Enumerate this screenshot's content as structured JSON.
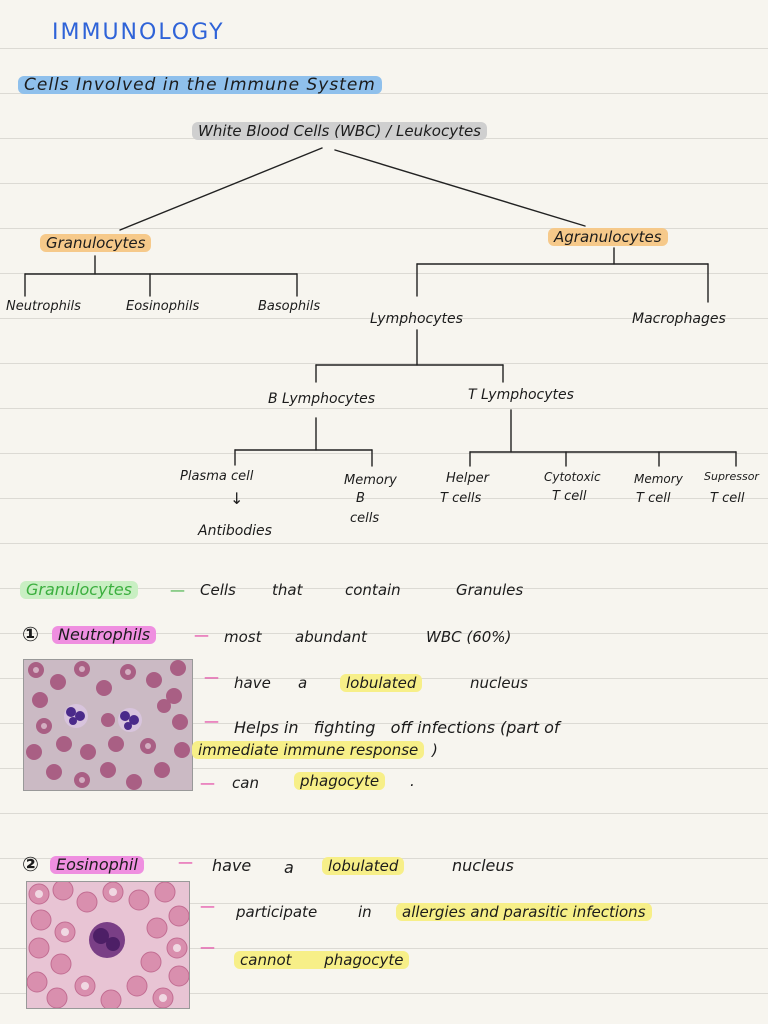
{
  "title": "IMMUNOLOGY",
  "section_heading": "Cells Involved in the Immune System",
  "tree": {
    "root": "White Blood Cells (WBC) / Leukocytes",
    "granulocytes": {
      "label": "Granulocytes",
      "children": [
        "Neutrophils",
        "Eosinophils",
        "Basophils"
      ]
    },
    "agranulocytes": {
      "label": "Agranulocytes",
      "lymphocytes": "Lymphocytes",
      "macrophages": "Macrophages",
      "b_lymphocytes": {
        "label": "B Lymphocytes",
        "plasma_cell": "Plasma cell",
        "arrow": "↓",
        "antibodies": "Antibodies",
        "memory_b_1": "Memory",
        "memory_b_2": "B",
        "memory_b_3": "cells"
      },
      "t_lymphocytes": {
        "label": "T Lymphocytes",
        "helper_1": "Helper",
        "helper_2": "T cells",
        "cytotoxic_1": "Cytotoxic",
        "cytotoxic_2": "T cell",
        "memory_t_1": "Memory",
        "memory_t_2": "T cell",
        "suppressor_1": "Supressor",
        "suppressor_2": "T cell"
      }
    }
  },
  "definition": {
    "term": "Granulocytes",
    "dash": "—",
    "w1": "Cells",
    "w2": "that",
    "w3": "contain",
    "w4": "Granules"
  },
  "neutrophils": {
    "number": "①",
    "name": "Neutrophils",
    "dash": "—",
    "p1": "most",
    "p2": "abundant",
    "p3": "WBC (60%)",
    "b1_a": "have",
    "b1_b": "a",
    "b1_hl": "lobulated",
    "b1_c": "nucleus",
    "b2_line1": "Helps in   fighting   off infections (part of",
    "b2_line2_hl": "immediate immune response",
    "b2_line2_end": ")",
    "b3_a": "can",
    "b3_hl": "phagocyte",
    "b3_end": "."
  },
  "eosinophil": {
    "number": "②",
    "name": "Eosinophil",
    "dash": "—",
    "b1_a": "have",
    "b1_b": "a",
    "b1_hl": "lobulated",
    "b1_c": "nucleus",
    "b2_a": "participate",
    "b2_b": "in",
    "b2_hl": "allergies and parasitic infections",
    "b3_hl": "cannot phagocyte"
  },
  "bullet_dash": "—",
  "colors": {
    "title_blue": "#2f63d8",
    "highlight_blue": "#8fc0ec",
    "highlight_orange": "#f6c98a",
    "highlight_yellow": "#f7ef88",
    "highlight_pink": "#ef8fe0",
    "highlight_green": "#c9efc3",
    "dash_pink": "#e0359c"
  }
}
